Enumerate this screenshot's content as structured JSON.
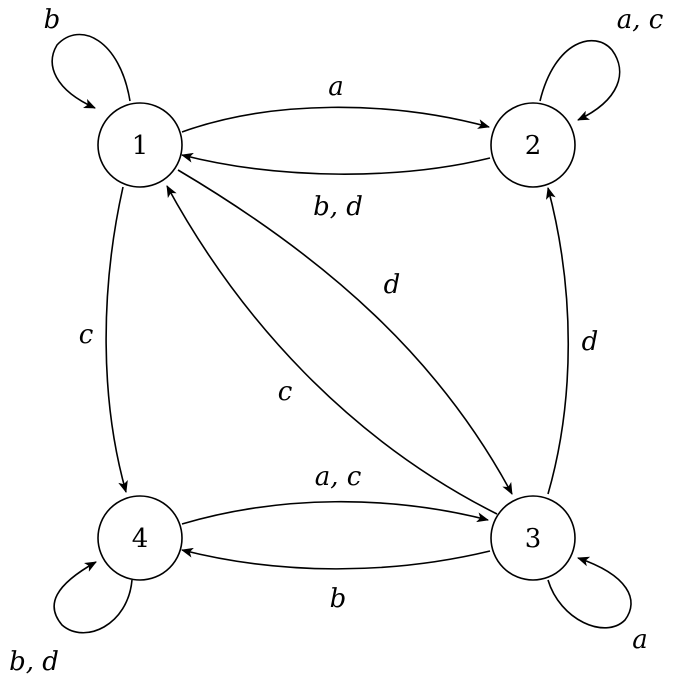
{
  "diagram": {
    "type": "state-transition-graph",
    "states": [
      {
        "id": "s1",
        "label": "1"
      },
      {
        "id": "s2",
        "label": "2"
      },
      {
        "id": "s3",
        "label": "3"
      },
      {
        "id": "s4",
        "label": "4"
      }
    ],
    "transitions": [
      {
        "from": "1",
        "to": "1",
        "label": "b"
      },
      {
        "from": "1",
        "to": "2",
        "label": "a"
      },
      {
        "from": "2",
        "to": "1",
        "label": "b, d"
      },
      {
        "from": "2",
        "to": "2",
        "label": "a, c"
      },
      {
        "from": "1",
        "to": "3",
        "label": "d"
      },
      {
        "from": "3",
        "to": "1",
        "label": "c"
      },
      {
        "from": "1",
        "to": "4",
        "label": "c"
      },
      {
        "from": "3",
        "to": "2",
        "label": "d"
      },
      {
        "from": "4",
        "to": "3",
        "label": "a, c"
      },
      {
        "from": "3",
        "to": "4",
        "label": "b"
      },
      {
        "from": "3",
        "to": "3",
        "label": "a"
      },
      {
        "from": "4",
        "to": "4",
        "label": "b, d"
      }
    ]
  }
}
